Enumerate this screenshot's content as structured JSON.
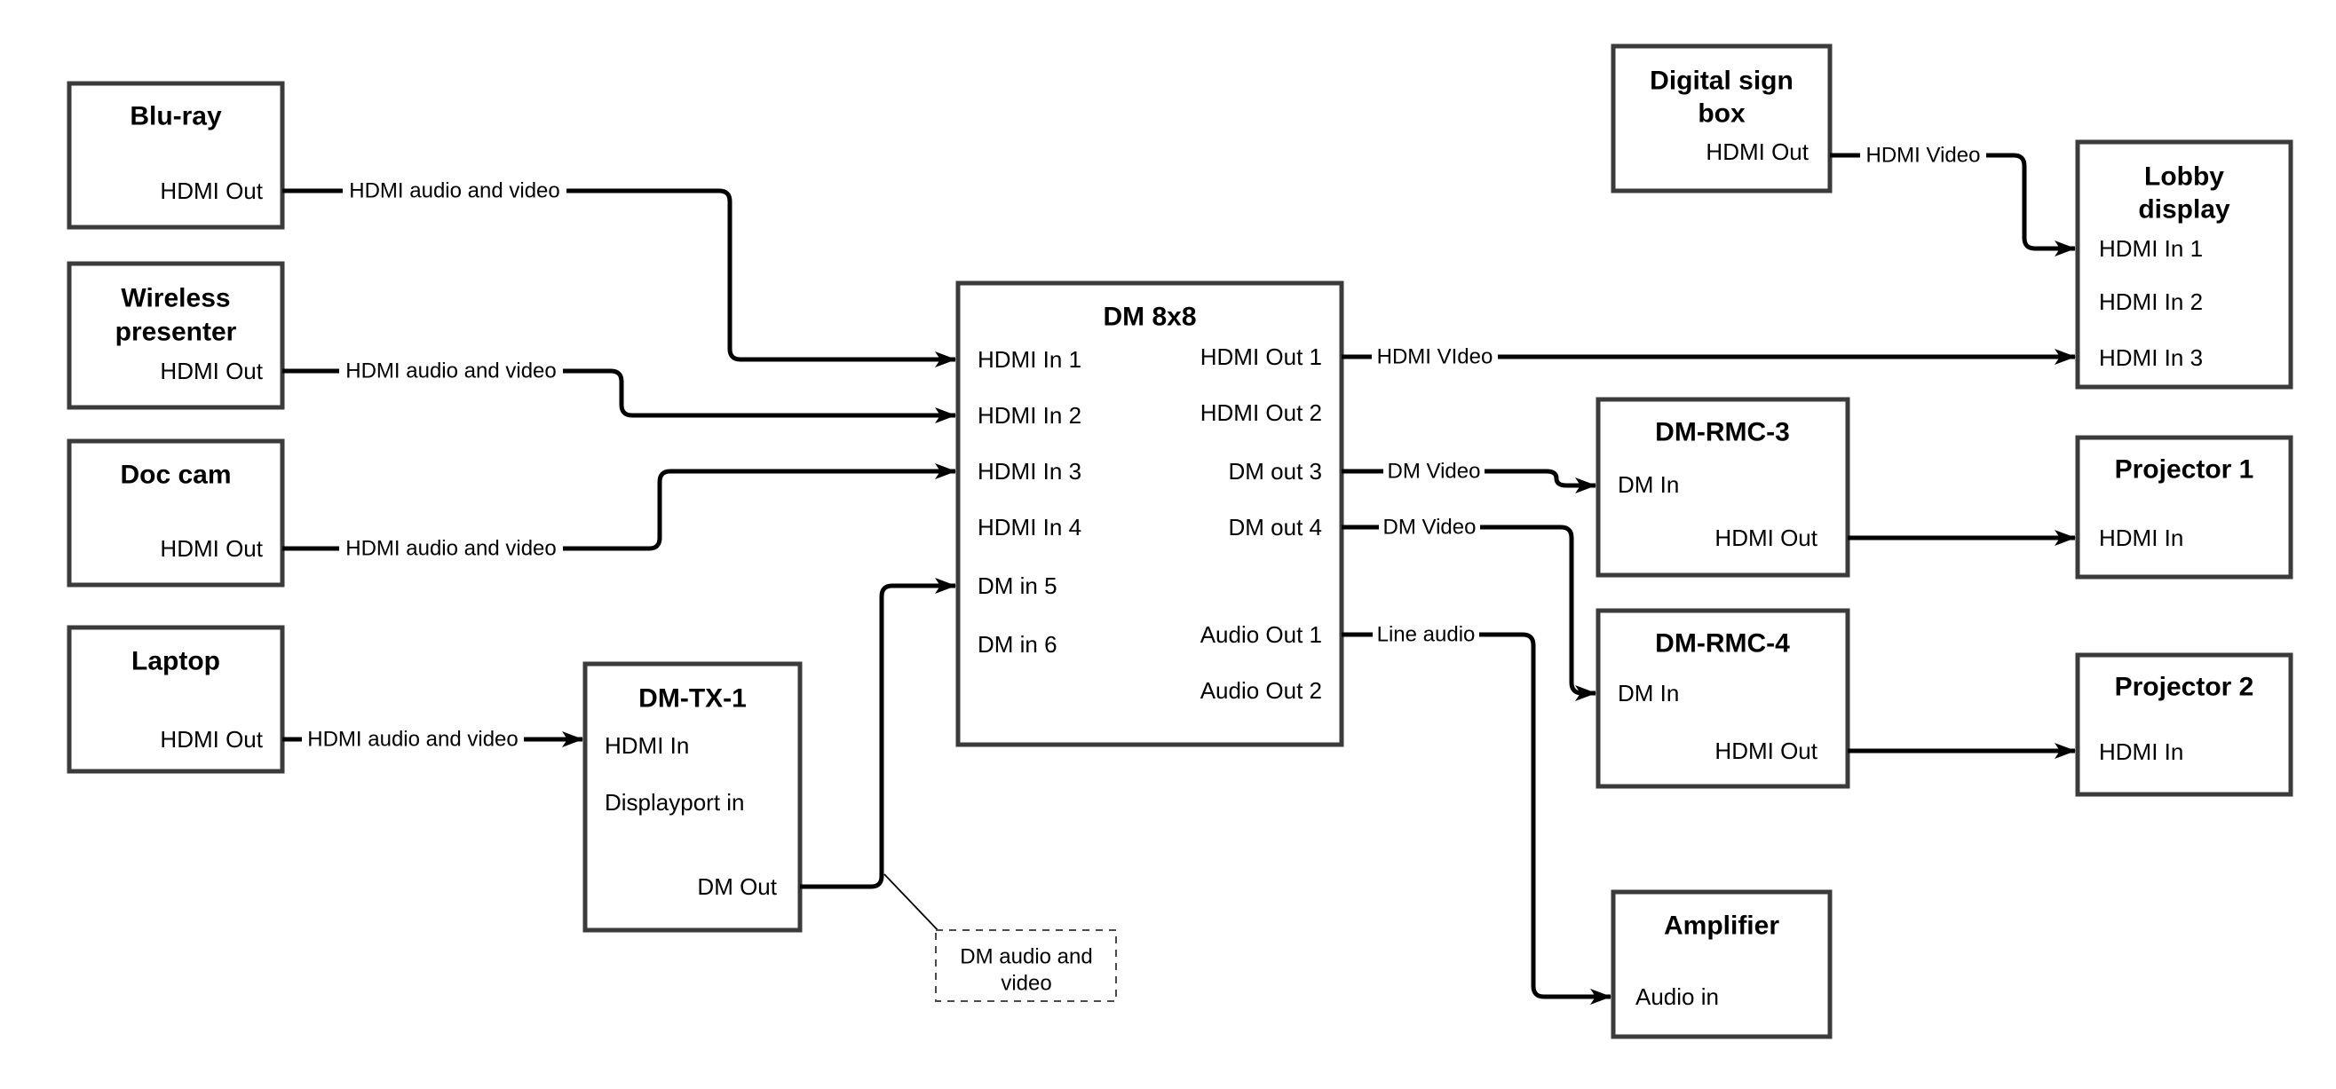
{
  "diagram": {
    "nodes": {
      "bluray": {
        "title": "Blu-ray",
        "port_hdmi_out": "HDMI Out"
      },
      "wireless": {
        "title_line1": "Wireless",
        "title_line2": "presenter",
        "port_hdmi_out": "HDMI Out"
      },
      "doccam": {
        "title": "Doc cam",
        "port_hdmi_out": "HDMI Out"
      },
      "laptop": {
        "title": "Laptop",
        "port_hdmi_out": "HDMI Out"
      },
      "dmtx1": {
        "title": "DM-TX-1",
        "port_hdmi_in": "HDMI In",
        "port_displayport_in": "Displayport in",
        "port_dm_out": "DM Out"
      },
      "dm8x8": {
        "title": "DM 8x8",
        "inputs": [
          "HDMI In 1",
          "HDMI In 2",
          "HDMI In 3",
          "HDMI In 4",
          "DM in 5",
          "DM in 6"
        ],
        "outputs": [
          "HDMI Out 1",
          "HDMI Out 2",
          "DM out 3",
          "DM out 4",
          "Audio Out 1",
          "Audio Out 2"
        ]
      },
      "digitalsign": {
        "title_line1": "Digital sign",
        "title_line2": "box",
        "port_hdmi_out": "HDMI Out"
      },
      "lobby": {
        "title_line1": "Lobby",
        "title_line2": "display",
        "inputs": [
          "HDMI In 1",
          "HDMI In 2",
          "HDMI In 3"
        ]
      },
      "dmrmc3": {
        "title": "DM-RMC-3",
        "port_dm_in": "DM In",
        "port_hdmi_out": "HDMI Out"
      },
      "proj1": {
        "title": "Projector 1",
        "port_hdmi_in": "HDMI In"
      },
      "dmrmc4": {
        "title": "DM-RMC-4",
        "port_dm_in": "DM In",
        "port_hdmi_out": "HDMI Out"
      },
      "proj2": {
        "title": "Projector 2",
        "port_hdmi_in": "HDMI In"
      },
      "amplifier": {
        "title": "Amplifier",
        "port_audio_in": "Audio in"
      }
    },
    "edge_labels": {
      "bluray_to_dm8x8": "HDMI audio and video",
      "wireless_to_dm8x8": "HDMI audio and video",
      "doccam_to_dm8x8": "HDMI audio and video",
      "laptop_to_dmtx1": "HDMI audio and video",
      "dm8x8_to_lobby": "HDMI VIdeo",
      "digitalsign_to_lobby": "HDMI Video",
      "dm8x8_to_dmrmc3": "DM Video",
      "dm8x8_to_dmrmc4": "DM Video",
      "dm8x8_to_amplifier": "Line audio"
    },
    "annotation": {
      "line1": "DM audio and",
      "line2": "video"
    },
    "colors": {
      "background": "#ffffff",
      "connector": "#000000",
      "node_border": "#3b3b3b",
      "node_fill": "#ffffff",
      "text": "#000000"
    }
  }
}
